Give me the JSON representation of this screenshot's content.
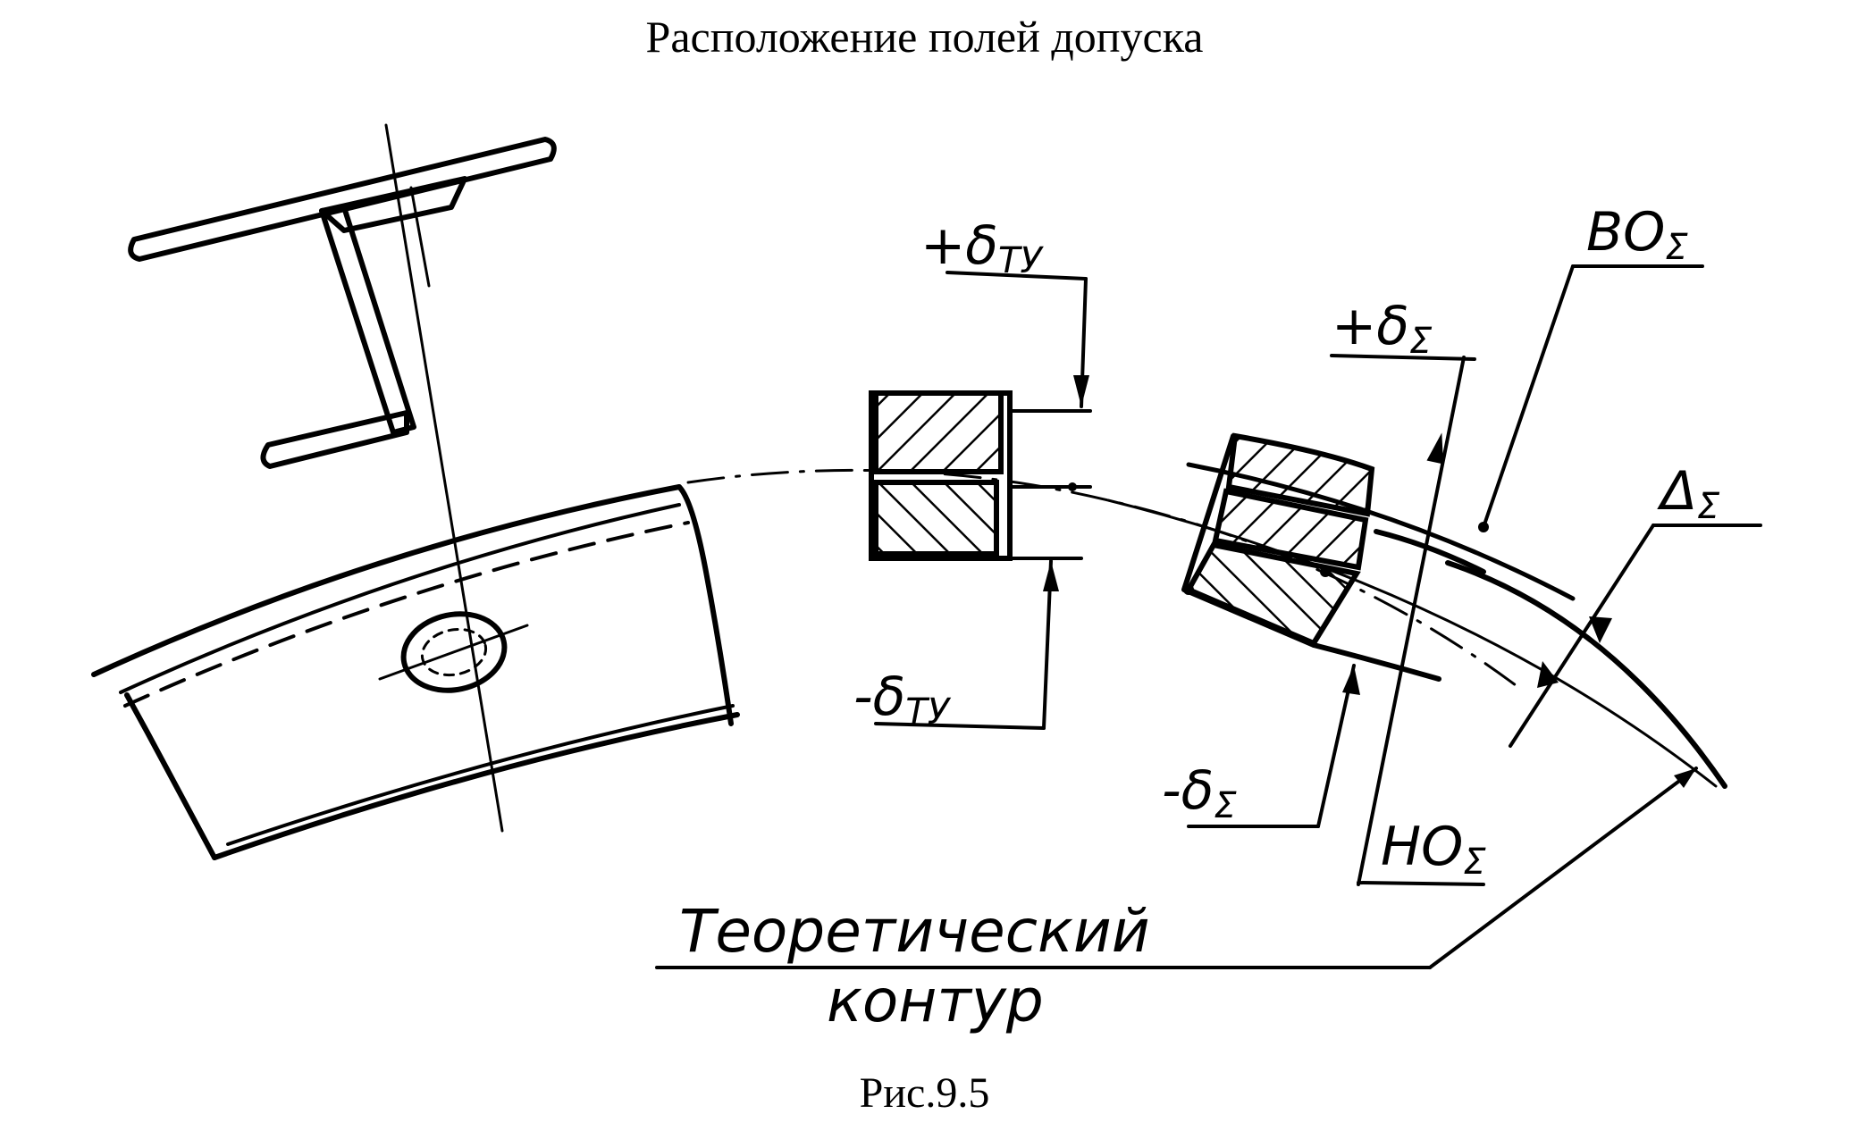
{
  "figure": {
    "title": "Расположение полей допуска",
    "caption": "Рис.9.5"
  },
  "labels": {
    "plus_delta_tu": "+δ",
    "plus_delta_tu_sub": "ТУ",
    "minus_delta_tu": "-δ",
    "minus_delta_tu_sub": "ТУ",
    "plus_delta_sigma": "+δ",
    "plus_delta_sigma_sub": "Σ",
    "minus_delta_sigma": "-δ",
    "minus_delta_sigma_sub": "Σ",
    "vo_sigma": "ВО",
    "vo_sigma_sub": "Σ",
    "no_sigma": "НО",
    "no_sigma_sub": "Σ",
    "delta_sigma": "Δ",
    "delta_sigma_sub": "Σ",
    "theoretical_contour_line1": "Теоретический",
    "theoretical_contour_line2": "контур"
  }
}
